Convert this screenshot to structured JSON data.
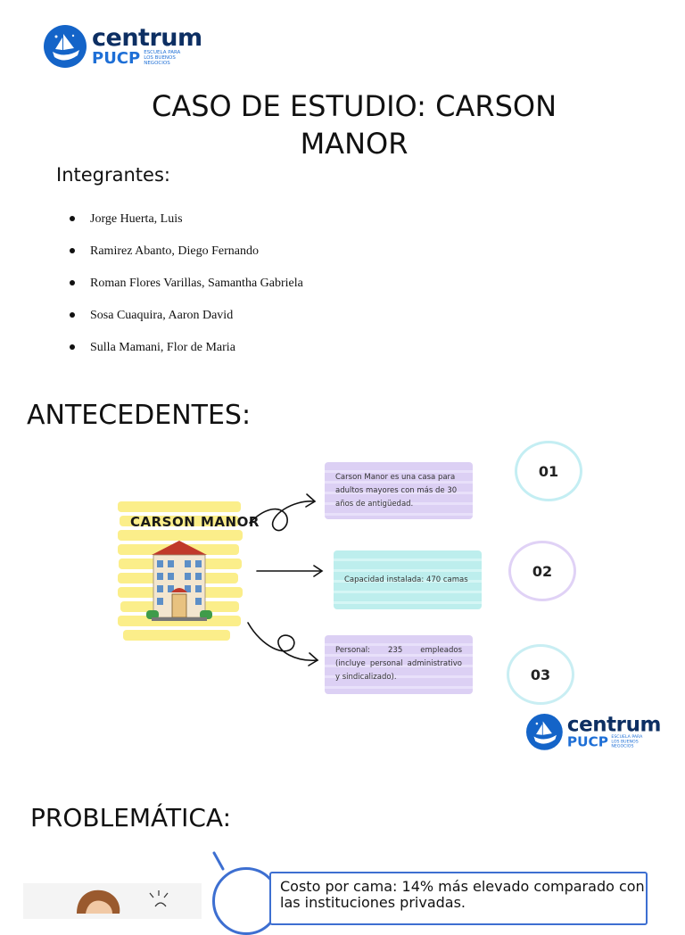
{
  "logo": {
    "brand": "centrum",
    "sub": "PUCP",
    "tag_line1": "ESCUELA PARA",
    "tag_line2": "LOS BUENOS",
    "tag_line3": "NEGOCIOS"
  },
  "title": {
    "line1": "CASO DE ESTUDIO: CARSON",
    "line2": "MANOR"
  },
  "members_heading": "Integrantes:",
  "members": [
    "Jorge Huerta, Luis",
    "Ramirez Abanto, Diego Fernando",
    "Roman Flores Varillas, Samantha Gabriela",
    "Sosa Cuaquira, Aaron David",
    "Sulla Mamani, Flor de Maria"
  ],
  "antecedentes_heading": "ANTECEDENTES:",
  "infographic": {
    "center_label": "CARSON MANOR",
    "items": [
      {
        "number": "01",
        "text": "Carson Manor es una casa para adultos mayores con más de 30 años de antigüedad."
      },
      {
        "number": "02",
        "text": "Capacidad instalada: 470 camas"
      },
      {
        "number": "03",
        "text": "Personal: 235 empleados (incluye personal administrativo y sindicalizado)."
      }
    ]
  },
  "problematica_heading": "PROBLEMÁTICA:",
  "problem_text": "Costo por cama: 14% más elevado comparado con las instituciones privadas.",
  "colors": {
    "brand_navy": "#0d2f63",
    "brand_blue": "#1e6fd6",
    "yellow": "#fbee8a",
    "lavender": "#dcd0f4",
    "aqua": "#bdeeed",
    "accent_blue": "#3d6fd1"
  }
}
